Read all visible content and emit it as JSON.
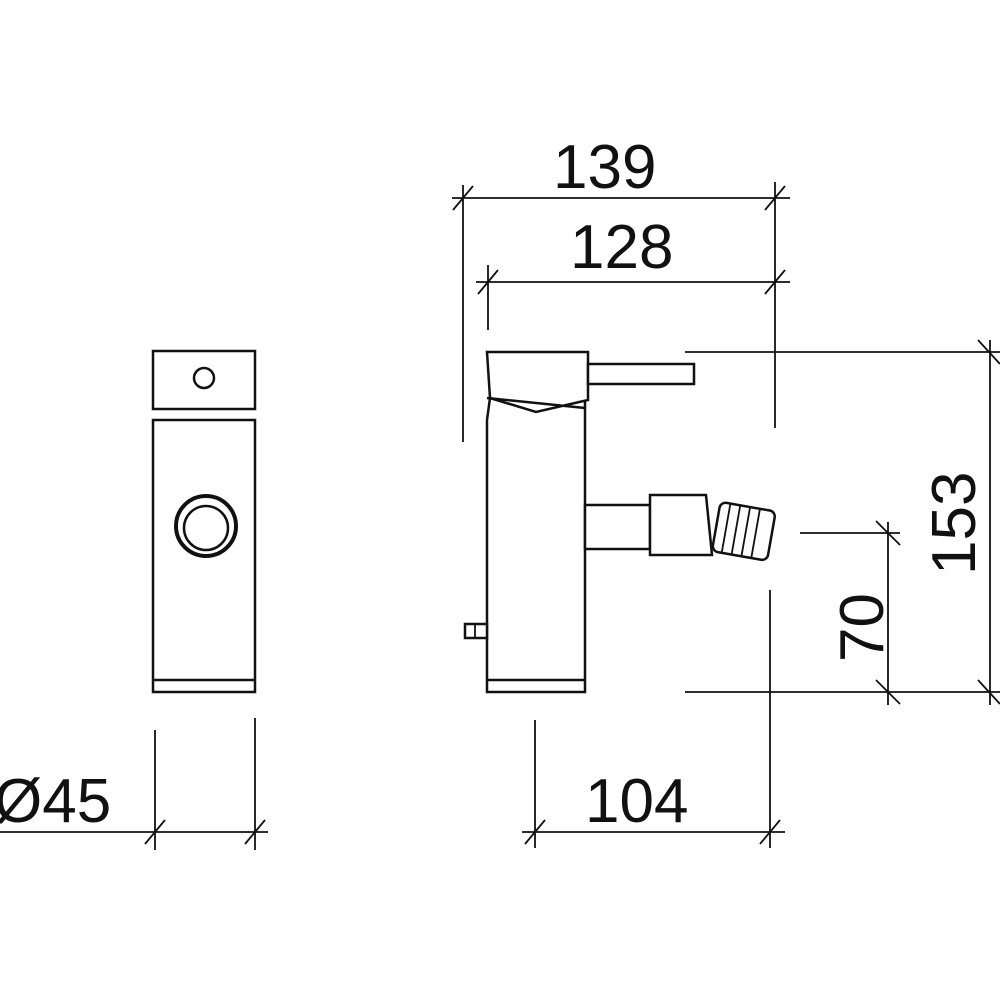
{
  "dimensions": {
    "overall_width": "139",
    "body_width": "128",
    "overall_height": "153",
    "spout_height": "70",
    "spout_reach": "104",
    "diameter": "Ø45"
  }
}
